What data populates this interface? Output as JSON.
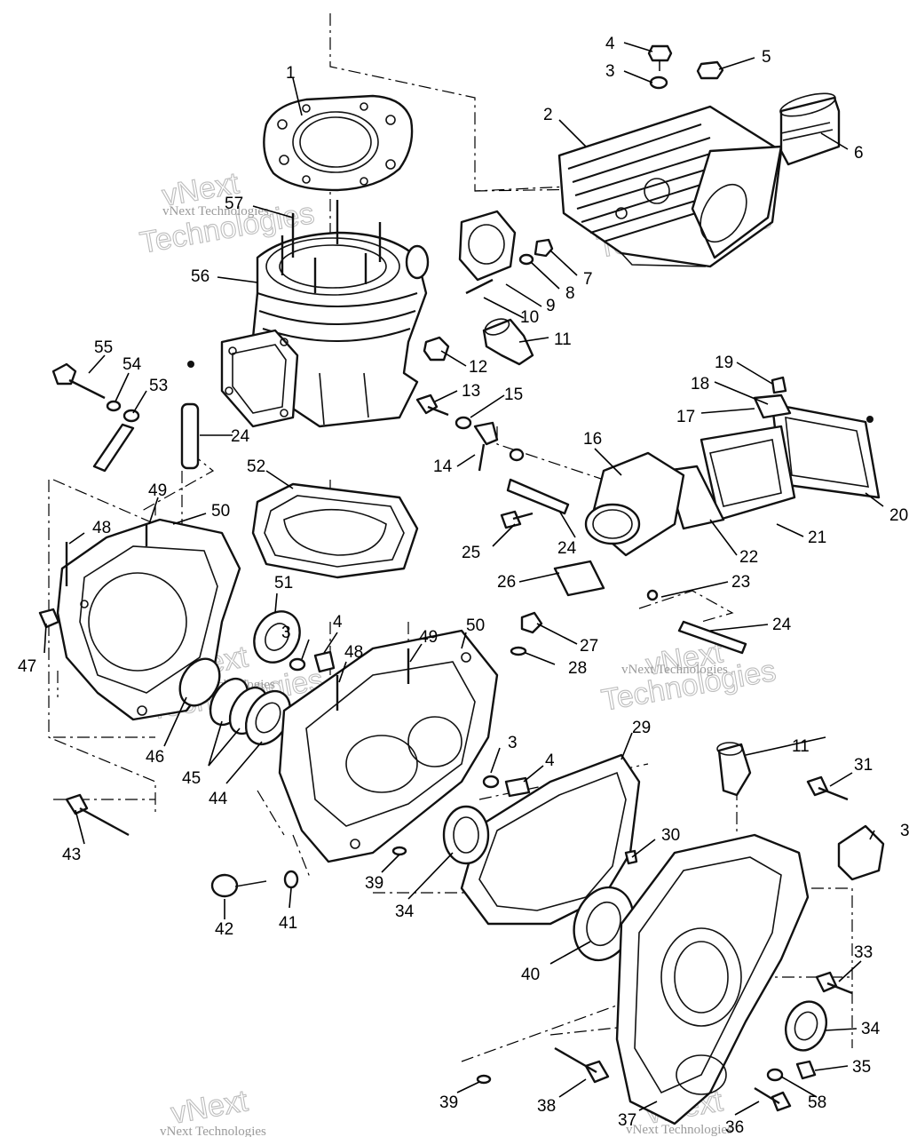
{
  "watermark": {
    "line1": "vNext",
    "line2": "Technologies",
    "full": "vNext Technologies"
  },
  "parts": {
    "p1": "1",
    "p2": "2",
    "p3": "3",
    "p4": "4",
    "p5": "5",
    "p6": "6",
    "p7": "7",
    "p8": "8",
    "p9": "9",
    "p10": "10",
    "p11": "11",
    "p12": "12",
    "p13": "13",
    "p14": "14",
    "p15": "15",
    "p16": "16",
    "p17": "17",
    "p18": "18",
    "p19": "19",
    "p20": "20",
    "p21": "21",
    "p22": "22",
    "p23": "23",
    "p24": "24",
    "p25": "25",
    "p26": "26",
    "p27": "27",
    "p28": "28",
    "p29": "29",
    "p30": "30",
    "p31": "31",
    "p32": "3",
    "p33": "33",
    "p34": "34",
    "p35": "35",
    "p36": "36",
    "p37": "37",
    "p38": "38",
    "p39": "39",
    "p40": "40",
    "p41": "41",
    "p42": "42",
    "p43": "43",
    "p44": "44",
    "p45": "45",
    "p46": "46",
    "p47": "47",
    "p48": "48",
    "p49": "49",
    "p50": "50",
    "p51": "51",
    "p52": "52",
    "p53": "53",
    "p54": "54",
    "p55": "55",
    "p56": "56",
    "p57": "57",
    "p58": "58"
  }
}
